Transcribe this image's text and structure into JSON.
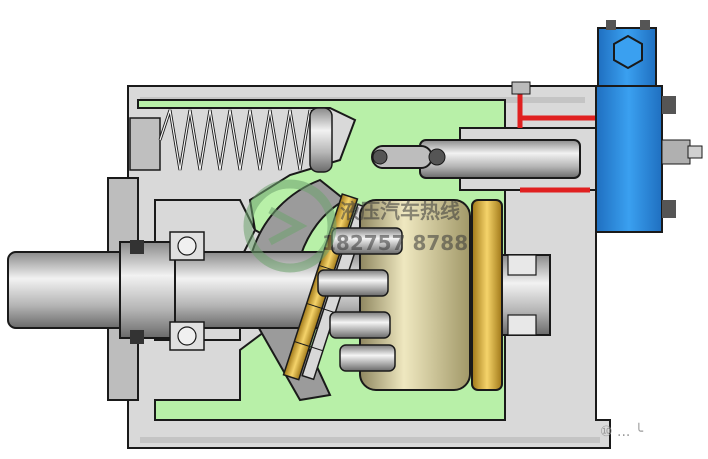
{
  "diagram": {
    "colors": {
      "housing": "#d9d9d9",
      "housing_dark": "#a9a9a9",
      "oil_chamber": "#b8f0a8",
      "shaft": "#c8c8c8",
      "cylinder_block": "#c9c296",
      "valve_plate": "#e0c060",
      "control_block": "#2f8fe0",
      "pressure_line": "#e02020",
      "outline": "#1a1a1a"
    },
    "icons": {
      "spring": "coil-spring-icon",
      "watermark_logo": "circular-logo-icon"
    }
  },
  "watermark": {
    "cn_text": "液压汽车热线",
    "phone": "182757 8788"
  },
  "footer_text": "⑩ ... ╰"
}
